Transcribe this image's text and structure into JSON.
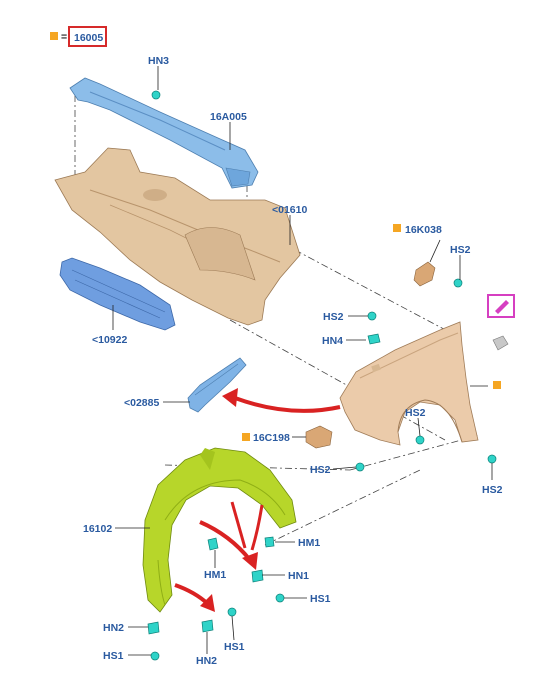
{
  "legend": {
    "marker_color": "#f5a623",
    "equals": "=",
    "code": "16005",
    "box_color": "#d62a2a"
  },
  "labels": {
    "hn3": "HN3",
    "p16a005": "16A005",
    "p01610": "<01610",
    "p10922": "<10922",
    "p02885": "<02885",
    "p16k038": "16K038",
    "hs2_a": "HS2",
    "hs2_b": "HS2",
    "hn4": "HN4",
    "hs2_c": "HS2",
    "p16c198": "16C198",
    "hs2_d": "HS2",
    "hs2_e": "HS2",
    "p16102": "16102",
    "hm1_a": "HM1",
    "hm1_b": "HM1",
    "hn1": "HN1",
    "hs1_a": "HS1",
    "hn2_a": "HN2",
    "hs1_b": "HS1",
    "hn2_b": "HN2",
    "hs1_c": "HS1"
  },
  "colors": {
    "label_blue": "#2a5aa0",
    "fender": "#eac9a8",
    "body_panel": "#e2c4a0",
    "bracket_blue": "#7fb3e6",
    "liner_green": "#b6d92a",
    "clip_teal": "#2fd3c8",
    "arrow_red": "#d92222",
    "orange_marker": "#f5a623",
    "magenta_box": "#d63fc1"
  },
  "icons": {
    "legend_marker": "orange-square-icon",
    "tool": "pencil-tool-icon"
  }
}
